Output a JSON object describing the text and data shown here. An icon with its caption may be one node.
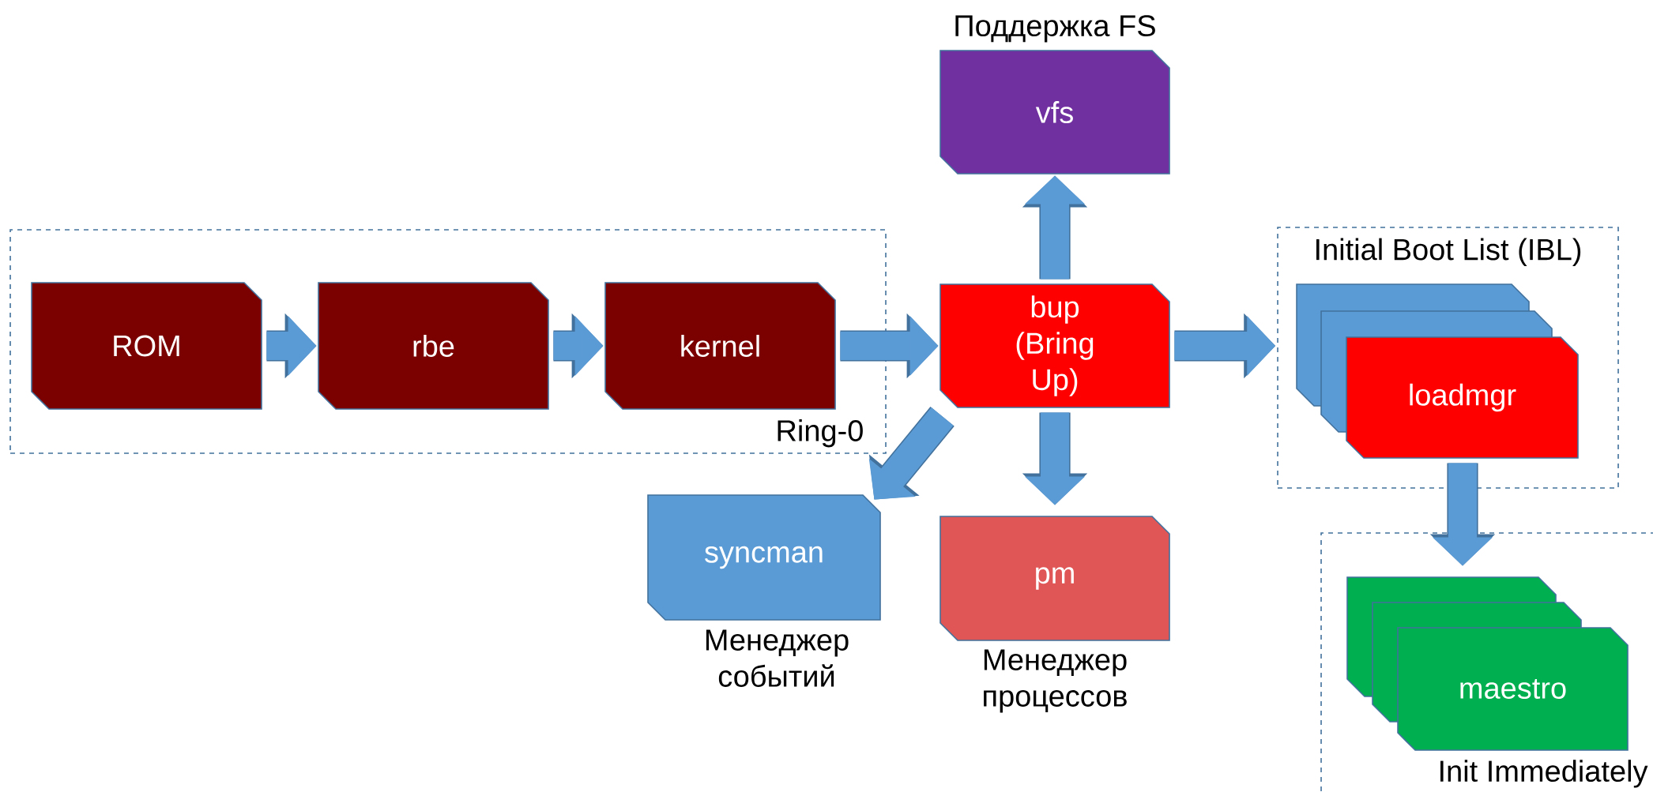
{
  "diagram": {
    "nodes": [
      {
        "text": [
          "Ring-0"
        ]
      },
      {
        "text": [
          "ROM"
        ],
        "in": 0
      },
      {
        "text": [
          "rbe"
        ],
        "in": 0
      },
      {
        "text": [
          "kernel"
        ],
        "in": 0
      },
      {
        "text": [
          "bup (Bring Up)"
        ]
      },
      {
        "text": [
          "vfs"
        ],
        "beside": [
          "Поддержка FS"
        ]
      },
      {
        "text": [
          "syncman"
        ],
        "beside": [
          "Менеджер событий"
        ]
      },
      {
        "text": [
          "pm"
        ],
        "beside": [
          "Менеджер процессов"
        ]
      },
      {
        "text": [
          "Initial Boot List (IBL)"
        ]
      },
      {
        "text": [
          "loadmgr"
        ],
        "in": 8
      },
      {
        "text": [
          "Init Immediately"
        ]
      },
      {
        "text": [
          "maestro"
        ],
        "in": 10
      }
    ],
    "edges": [
      {
        "from": 1,
        "to": 2,
        "arrow": "to"
      },
      {
        "from": 2,
        "to": 3,
        "arrow": "to"
      },
      {
        "from": 3,
        "to": 4,
        "arrow": "to"
      },
      {
        "from": 4,
        "to": 5,
        "arrow": "to"
      },
      {
        "from": 4,
        "to": 6,
        "arrow": "to"
      },
      {
        "from": 4,
        "to": 7,
        "arrow": "to"
      },
      {
        "from": 4,
        "to": 8,
        "arrow": "to"
      },
      {
        "from": 9,
        "to": 11,
        "arrow": "to"
      }
    ]
  }
}
